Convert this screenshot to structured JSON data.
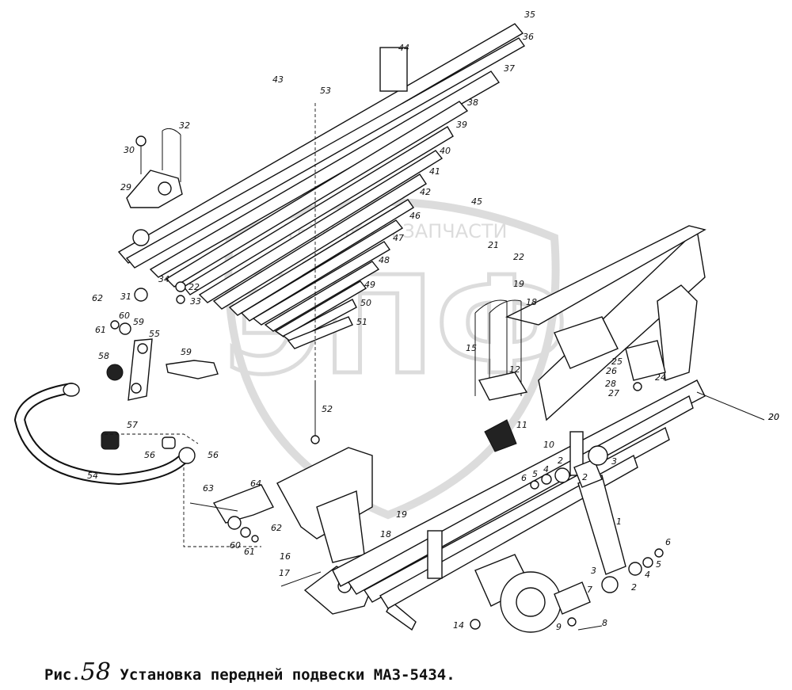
{
  "caption": {
    "prefix": "Рис.",
    "figure_number": "58",
    "title": "Установка передней подвески МАЗ-5434."
  },
  "watermark": {
    "brand_top": "ТЕХНИКА И ЗАПЧАСТИ",
    "brand_letters": "ЭПФ"
  },
  "callouts": [
    "1",
    "2",
    "3",
    "4",
    "5",
    "6",
    "7",
    "8",
    "9",
    "10",
    "11",
    "12",
    "14",
    "15",
    "16",
    "17",
    "18",
    "19",
    "20",
    "21",
    "22",
    "24",
    "25",
    "26",
    "27",
    "28",
    "29",
    "30",
    "31",
    "32",
    "33",
    "34",
    "35",
    "36",
    "37",
    "38",
    "39",
    "40",
    "41",
    "42",
    "43",
    "44",
    "45",
    "46",
    "47",
    "48",
    "49",
    "50",
    "51",
    "52",
    "53",
    "54",
    "55",
    "56",
    "57",
    "58",
    "59",
    "60",
    "61",
    "62",
    "63",
    "64"
  ]
}
